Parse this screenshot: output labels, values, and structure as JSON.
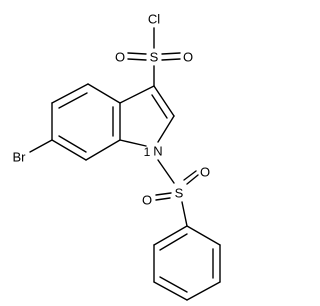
{
  "molecule": {
    "atom_labels": {
      "chlorine": "Cl",
      "sulfur_top": "S",
      "oxygen_top_left": "O",
      "oxygen_top_right": "O",
      "bromine": "Br",
      "nitrogen": "N",
      "nitrogen_locant": "1",
      "sulfur_bottom": "S",
      "oxygen_bottom_left": "O",
      "oxygen_bottom_right": "O"
    }
  }
}
